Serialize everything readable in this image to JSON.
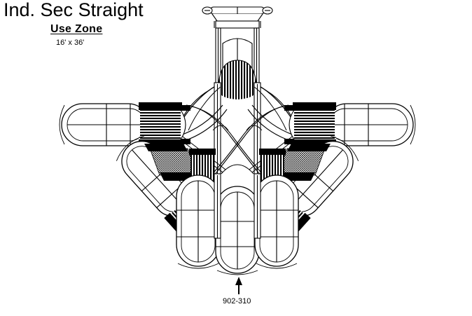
{
  "sheet": {
    "title": "Ind. Sec Straight",
    "background_color": "#ffffff",
    "line_color": "#000000"
  },
  "use_zone": {
    "label": "Use Zone",
    "dimensions": "16' x 36'",
    "width_ft": 16,
    "length_ft": 36
  },
  "callout": {
    "part_number": "902-310",
    "arrow": "up-arrow-icon",
    "points_to": "center-bottom-slide"
  },
  "drawing": {
    "type": "plan-view",
    "subject": "playground-climber-structure",
    "symmetry": "bilateral-vertical",
    "components": {
      "top_rail": "horizontal-bar-with-rounded-caps",
      "center_tower": "vertical-tower-with-fan-hatch",
      "crossing_arcs": "x-pattern-arc-braces",
      "side_slides": 2,
      "diagonal_slides": 2,
      "bottom_slides": 3,
      "hatched_step_panels": 4,
      "solid_connector_blocks": 8
    }
  }
}
